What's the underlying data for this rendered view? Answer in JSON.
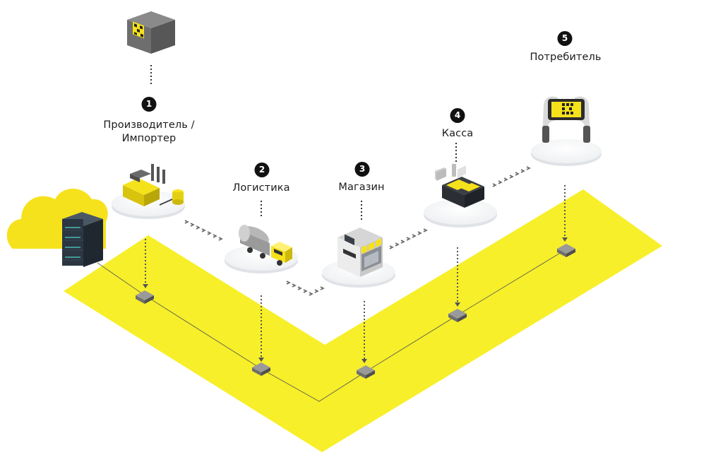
{
  "stages": [
    {
      "number": "1",
      "label_line1": "Производитель /",
      "label_line2": "Импортер"
    },
    {
      "number": "2",
      "label_line1": "Логистика"
    },
    {
      "number": "3",
      "label_line1": "Магазин"
    },
    {
      "number": "4",
      "label_line1": "Касса"
    },
    {
      "number": "5",
      "label_line1": "Потребитель"
    }
  ],
  "colors": {
    "accent_yellow": "#f7ef2a",
    "icon_yellow": "#f6e21c",
    "dark": "#111111",
    "gray": "#8c8c8c",
    "node": "#8a8a8a",
    "server": "#2f3b48"
  },
  "icons": [
    "box-qr-icon",
    "factory-icon",
    "tanker-truck-icon",
    "shop-icon",
    "cash-register-icon",
    "phone-scan-icon",
    "cloud-server-icon"
  ]
}
